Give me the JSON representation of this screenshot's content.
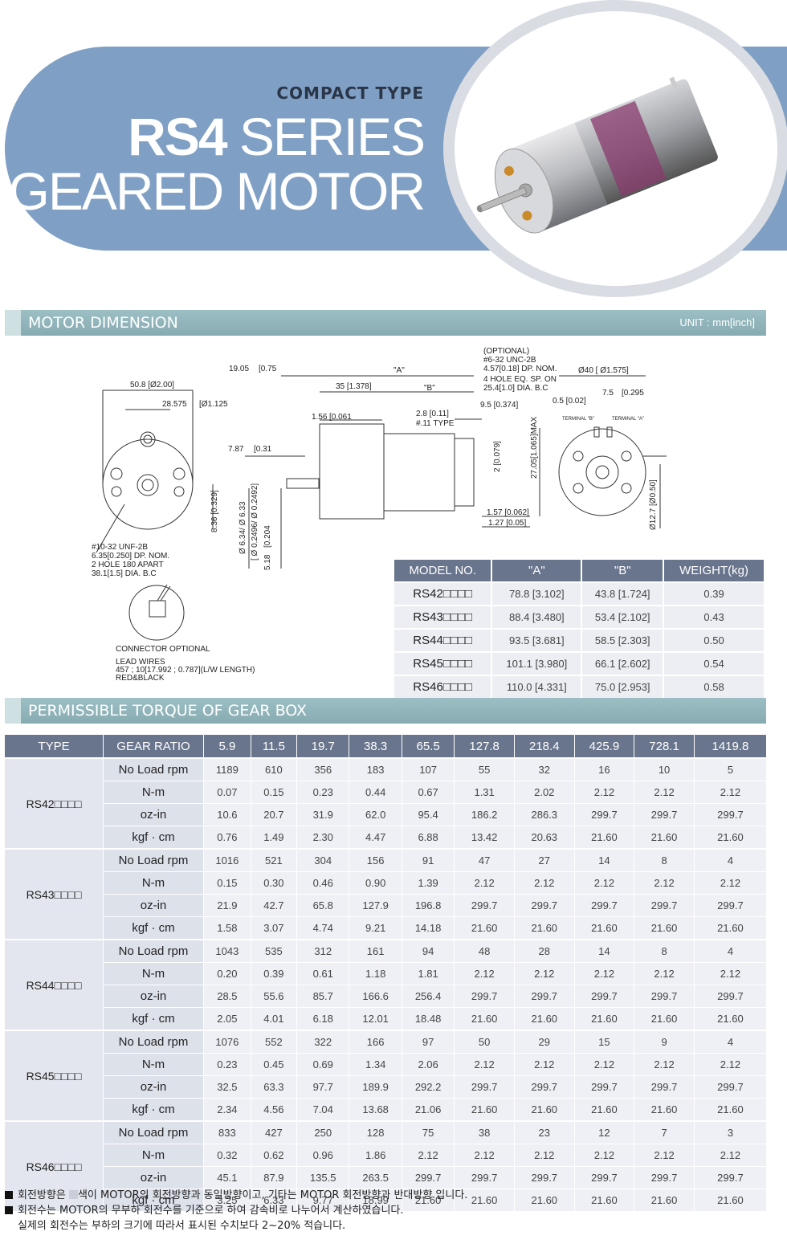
{
  "header": {
    "subtitle": "COMPACT TYPE",
    "series_bold": "RS4",
    "series_rest": " SERIES",
    "title_line2": "GEARED MOTOR"
  },
  "motor_dimension": {
    "title": "MOTOR DIMENSION",
    "unit": "UNIT : mm[inch]",
    "drawing_labels": {
      "d1": "50.8 [Ø2.00]",
      "d2": "28.575",
      "d2b": "[Ø1.125",
      "d3": "19.05",
      "d3b": "[0.75",
      "d4": "\"A\"",
      "d5": "35 [1.378]",
      "d6": "\"B\"",
      "d7": "1.56",
      "d7b": "[0.061",
      "d8": "2.8 [0.11]",
      "d8b": "#.11 TYPE",
      "d9": "9.5 [0.374]",
      "d10": "7.87",
      "d10b": "[0.31",
      "d11": "8.36 [0.329]",
      "d12": "Ø 6.34/ Ø 6.33",
      "d13": "[ Ø 0.2496/ Ø 0.2492]",
      "d14": "5.18",
      "d14b": "[0.204",
      "d15": "2 [0.079]",
      "d16": "1.57 [0.062]",
      "d17": "1.27 [0.05]",
      "opt1": "(OPTIONAL)",
      "opt2": "#6-32 UNC-2B",
      "opt3": "4.57[0.18] DP. NOM.",
      "opt4": "4 HOLE EQ. SP. ON",
      "opt5": "25.4[1.0] DIA. B.C",
      "d18": "Ø40 [ Ø1.575]",
      "d19": "7.5",
      "d19b": "[0.295",
      "d20": "0.5 [0.02]",
      "d21": "27.05[1.065]MAX",
      "d22": "Ø12.7 [Ø0.50]",
      "termB": "TERMINAL \"B\"",
      "termA": "TERMINAL \"A\"",
      "h1": "#10-32 UNF-2B",
      "h2": "6.35[0.250] DP. NOM.",
      "h3": "2 HOLE 180 APART",
      "h4": "38.1[1.5] DIA. B.C",
      "conn": "CONNECTOR OPTIONAL",
      "lw1": "LEAD WIRES",
      "lw2": "457 ; 10[17.992 ; 0.787](L/W LENGTH)",
      "lw3": "RED&BLACK"
    },
    "table_headers": [
      "MODEL NO.",
      "\"A\"",
      "\"B\"",
      "WEIGHT(kg)"
    ],
    "models": [
      {
        "model": "RS42□□□□",
        "a": "78.8 [3.102]",
        "b": "43.8 [1.724]",
        "weight": "0.39"
      },
      {
        "model": "RS43□□□□",
        "a": "88.4 [3.480]",
        "b": "53.4 [2.102]",
        "weight": "0.43"
      },
      {
        "model": "RS44□□□□",
        "a": "93.5 [3.681]",
        "b": "58.5 [2.303]",
        "weight": "0.50"
      },
      {
        "model": "RS45□□□□",
        "a": "101.1 [3.980]",
        "b": "66.1 [2.602]",
        "weight": "0.54"
      },
      {
        "model": "RS46□□□□",
        "a": "110.0 [4.331]",
        "b": "75.0 [2.953]",
        "weight": "0.58"
      }
    ]
  },
  "torque": {
    "title": "PERMISSIBLE TORQUE OF GEAR BOX",
    "type_header": "TYPE",
    "ratio_header": "GEAR RATIO",
    "ratios": [
      "5.9",
      "11.5",
      "19.7",
      "38.3",
      "65.5",
      "127.8",
      "218.4",
      "425.9",
      "728.1",
      "1419.8"
    ],
    "groups": [
      {
        "type": "RS42□□□□",
        "rows": [
          {
            "param": "No Load rpm",
            "values": [
              "1189",
              "610",
              "356",
              "183",
              "107",
              "55",
              "32",
              "16",
              "10",
              "5"
            ]
          },
          {
            "param": "N-m",
            "values": [
              "0.07",
              "0.15",
              "0.23",
              "0.44",
              "0.67",
              "1.31",
              "2.02",
              "2.12",
              "2.12",
              "2.12"
            ]
          },
          {
            "param": "oz-in",
            "values": [
              "10.6",
              "20.7",
              "31.9",
              "62.0",
              "95.4",
              "186.2",
              "286.3",
              "299.7",
              "299.7",
              "299.7"
            ]
          },
          {
            "param": "kgf · cm",
            "values": [
              "0.76",
              "1.49",
              "2.30",
              "4.47",
              "6.88",
              "13.42",
              "20.63",
              "21.60",
              "21.60",
              "21.60"
            ]
          }
        ]
      },
      {
        "type": "RS43□□□□",
        "rows": [
          {
            "param": "No Load rpm",
            "values": [
              "1016",
              "521",
              "304",
              "156",
              "91",
              "47",
              "27",
              "14",
              "8",
              "4"
            ]
          },
          {
            "param": "N-m",
            "values": [
              "0.15",
              "0.30",
              "0.46",
              "0.90",
              "1.39",
              "2.12",
              "2.12",
              "2.12",
              "2.12",
              "2.12"
            ]
          },
          {
            "param": "oz-in",
            "values": [
              "21.9",
              "42.7",
              "65.8",
              "127.9",
              "196.8",
              "299.7",
              "299.7",
              "299.7",
              "299.7",
              "299.7"
            ]
          },
          {
            "param": "kgf · cm",
            "values": [
              "1.58",
              "3.07",
              "4.74",
              "9.21",
              "14.18",
              "21.60",
              "21.60",
              "21.60",
              "21.60",
              "21.60"
            ]
          }
        ]
      },
      {
        "type": "RS44□□□□",
        "rows": [
          {
            "param": "No Load rpm",
            "values": [
              "1043",
              "535",
              "312",
              "161",
              "94",
              "48",
              "28",
              "14",
              "8",
              "4"
            ]
          },
          {
            "param": "N-m",
            "values": [
              "0.20",
              "0.39",
              "0.61",
              "1.18",
              "1.81",
              "2.12",
              "2.12",
              "2.12",
              "2.12",
              "2.12"
            ]
          },
          {
            "param": "oz-in",
            "values": [
              "28.5",
              "55.6",
              "85.7",
              "166.6",
              "256.4",
              "299.7",
              "299.7",
              "299.7",
              "299.7",
              "299.7"
            ]
          },
          {
            "param": "kgf · cm",
            "values": [
              "2.05",
              "4.01",
              "6.18",
              "12.01",
              "18.48",
              "21.60",
              "21.60",
              "21.60",
              "21.60",
              "21.60"
            ]
          }
        ]
      },
      {
        "type": "RS45□□□□",
        "rows": [
          {
            "param": "No Load rpm",
            "values": [
              "1076",
              "552",
              "322",
              "166",
              "97",
              "50",
              "29",
              "15",
              "9",
              "4"
            ]
          },
          {
            "param": "N-m",
            "values": [
              "0.23",
              "0.45",
              "0.69",
              "1.34",
              "2.06",
              "2.12",
              "2.12",
              "2.12",
              "2.12",
              "2.12"
            ]
          },
          {
            "param": "oz-in",
            "values": [
              "32.5",
              "63.3",
              "97.7",
              "189.9",
              "292.2",
              "299.7",
              "299.7",
              "299.7",
              "299.7",
              "299.7"
            ]
          },
          {
            "param": "kgf · cm",
            "values": [
              "2.34",
              "4.56",
              "7.04",
              "13.68",
              "21.06",
              "21.60",
              "21.60",
              "21.60",
              "21.60",
              "21.60"
            ]
          }
        ]
      },
      {
        "type": "RS46□□□□",
        "rows": [
          {
            "param": "No Load rpm",
            "values": [
              "833",
              "427",
              "250",
              "128",
              "75",
              "38",
              "23",
              "12",
              "7",
              "3"
            ]
          },
          {
            "param": "N-m",
            "values": [
              "0.32",
              "0.62",
              "0.96",
              "1.86",
              "2.12",
              "2.12",
              "2.12",
              "2.12",
              "2.12",
              "2.12"
            ]
          },
          {
            "param": "oz-in",
            "values": [
              "45.1",
              "87.9",
              "135.5",
              "263.5",
              "299.7",
              "299.7",
              "299.7",
              "299.7",
              "299.7",
              "299.7"
            ]
          },
          {
            "param": "kgf · cm",
            "values": [
              "3.25",
              "6.33",
              "9.77",
              "18.99",
              "21.60",
              "21.60",
              "21.60",
              "21.60",
              "21.60",
              "21.60"
            ]
          }
        ]
      }
    ]
  },
  "notes": {
    "n1a": "회전방향은",
    "n1b": "색이 MOTOR의 회전방향과 동일방향이고, 기타는 MOTOR 회전방향과 반대방향 입니다.",
    "n2": "회전수는 MOTOR의 무부하 회전수를 기준으로 하여 감속비로 나누어서 계산하였습니다.",
    "n3": "실제의 회전수는 부하의 크기에 따라서 표시된 수치보다 2~20% 적습니다."
  }
}
